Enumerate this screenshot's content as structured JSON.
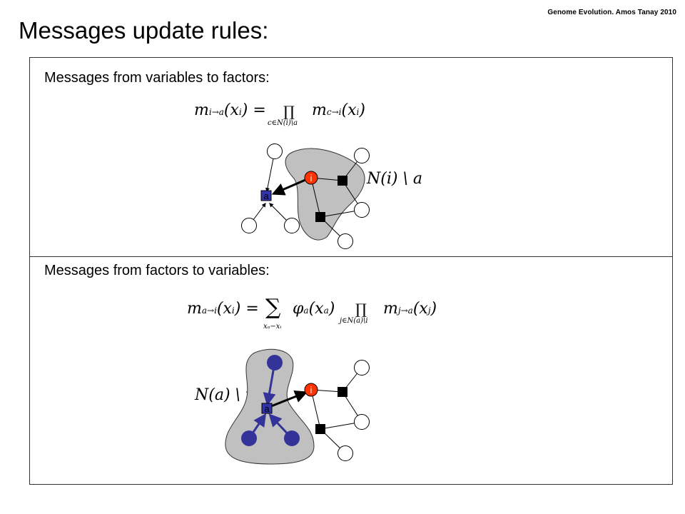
{
  "credit": "Genome Evolution. Amos Tanay 2010",
  "title": "Messages update rules:",
  "panel_top": {
    "heading": "Messages from variables to factors:",
    "formula": {
      "lhs": "m",
      "lhs_sub": "i→a",
      "lhs_arg": "(x",
      "lhs_arg_sub": "i",
      "eq": ") =",
      "prod": "∏",
      "prod_sub": "c∈N(i)\\a",
      "rhs": "m",
      "rhs_sub": "c→i",
      "rhs_arg": "(x",
      "rhs_arg_sub": "i",
      "rhs_close": ")"
    },
    "set_label": "N(i) \\ a",
    "node_i_label": "i",
    "node_a_label": "a"
  },
  "panel_bottom": {
    "heading": "Messages from factors to variables:",
    "formula": {
      "lhs": "m",
      "lhs_sub": "a→i",
      "lhs_arg": "(x",
      "lhs_arg_sub": "i",
      "eq": ") =",
      "sum": "∑",
      "sum_sub": "x_a−x_i",
      "phi": "φ",
      "phi_sub": "a",
      "phi_arg": "(x",
      "phi_arg_sub": "a",
      "phi_close": ")",
      "prod": "∏",
      "prod_sub": "j∈N(a)\\i",
      "rhs": "m",
      "rhs_sub": "j→a",
      "rhs_arg": "(x",
      "rhs_arg_sub": "j",
      "rhs_close": ")"
    },
    "set_label": "N(a) \\ i",
    "node_i_label": "i",
    "node_a_label": "a"
  },
  "colors": {
    "variable_node_highlight": "#ff3300",
    "factor_node_a": "#3333aa",
    "neighbor_node": "#333399",
    "blob": "#c0c0c0"
  }
}
